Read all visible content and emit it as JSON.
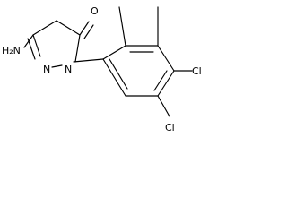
{
  "structure": {
    "atoms": {
      "amine": "H₂N",
      "ring_nitrogen_1": "N",
      "ring_nitrogen_2": "N",
      "carbonyl_oxygen": "O",
      "chloro_upper": "Cl",
      "chloro_lower": "Cl"
    }
  }
}
